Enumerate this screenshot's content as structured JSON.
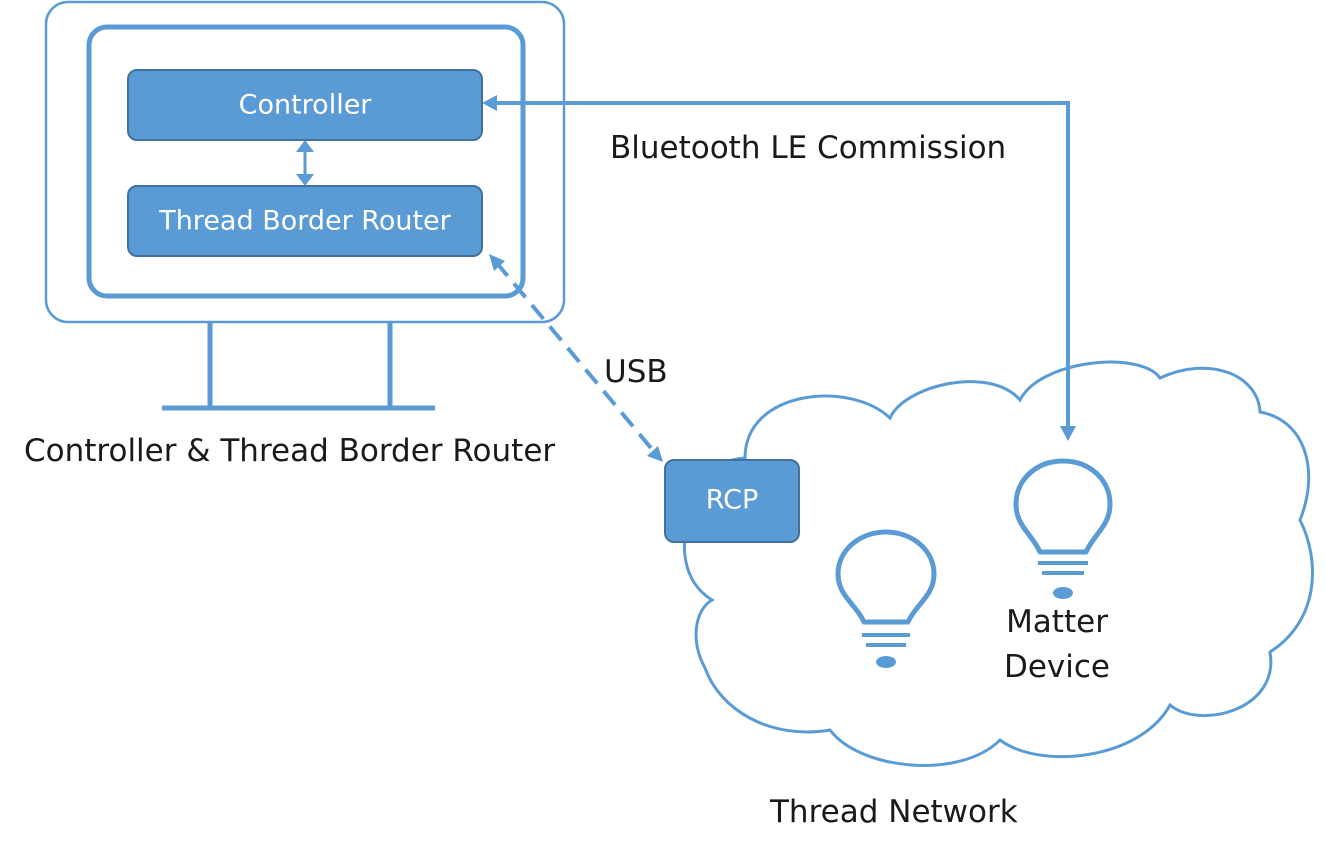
{
  "colors": {
    "stroke": "#5B9BD5",
    "box_fill": "#5B9BD5",
    "box_border": "#41719C",
    "text_dark": "#1a1a1a",
    "text_light": "#ffffff"
  },
  "nodes": {
    "controller": "Controller",
    "thread_border_router": "Thread Border Router",
    "rcp": "RCP"
  },
  "labels": {
    "host": "Controller & Thread Border Router",
    "bluetooth": "Bluetooth LE Commission",
    "usb": "USB",
    "network": "Thread Network",
    "matter_device_line1": "Matter",
    "matter_device_line2": "Device"
  },
  "icons": [
    "monitor-icon",
    "cloud-icon",
    "light-bulb-icon",
    "light-bulb-icon"
  ]
}
